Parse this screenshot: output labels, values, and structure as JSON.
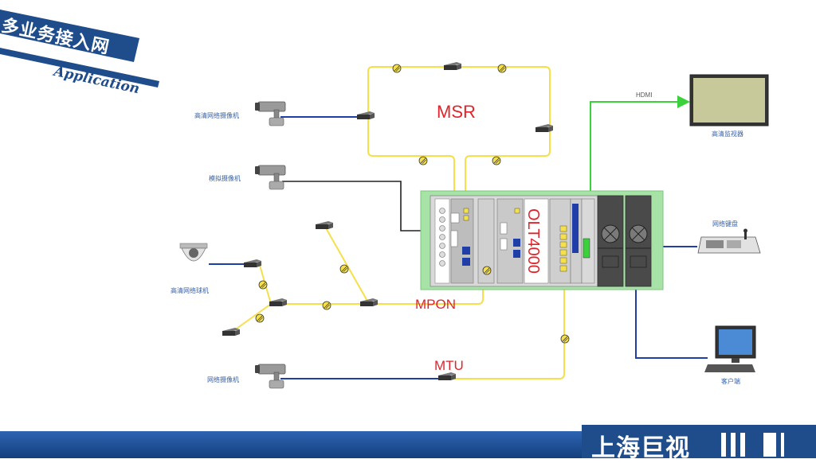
{
  "header": {
    "title": "多业务接入网",
    "subtitle": "Application"
  },
  "footer": {
    "brand": "上海巨视"
  },
  "networks": {
    "msr": "MSR",
    "mpon": "MPON",
    "mtu": "MTU",
    "olt": "OLT4000",
    "hdmi": "HDMI"
  },
  "devices": {
    "hd_ip_camera": "高清网络摄像机",
    "analog_camera": "模拟摄像机",
    "hd_dome_camera": "高清网络球机",
    "ip_camera": "网络摄像机",
    "hd_monitor": "高清监视器",
    "network_keyboard": "网络键盘",
    "client": "客户端"
  },
  "colors": {
    "fiber": "#f5e04a",
    "ethernet": "#1f3ea8",
    "hdmi": "#3ad13a",
    "analog": "#222222",
    "brand_blue": "#1f4d8c",
    "label_red": "#e0242b",
    "rack_bg": "#a7e3a7"
  }
}
